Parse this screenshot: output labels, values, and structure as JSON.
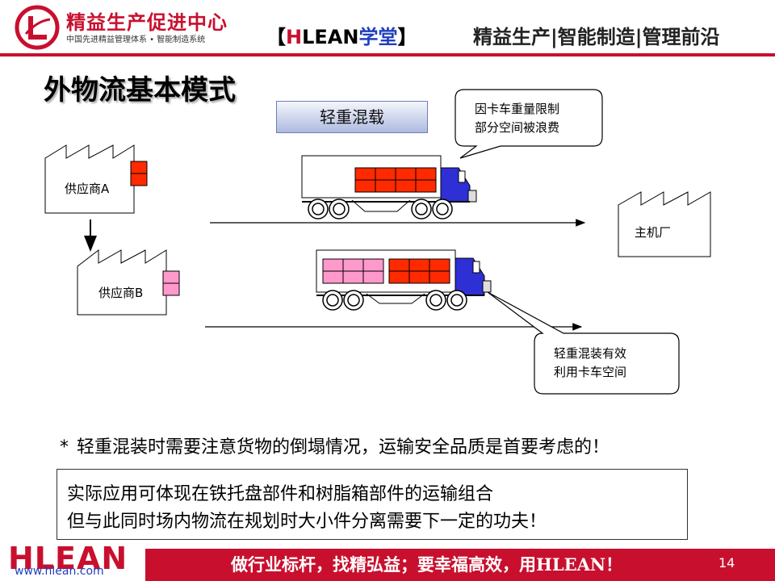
{
  "header": {
    "org_name": "精益生产促进中心",
    "org_sub": "中国先进精益管理体系 • 智能制造系统",
    "brand_open": "【",
    "brand_h": "H",
    "brand_lean": "LEAN",
    "brand_school": "学堂",
    "brand_close": "】",
    "tagline": "精益生产|智能制造|管理前沿"
  },
  "slide": {
    "title": "外物流基本模式",
    "mix_label": "轻重混载",
    "callout_top_line1": "因卡车重量限制",
    "callout_top_line2": "部分空间被浪费",
    "callout_bottom_line1": "轻重混装有效",
    "callout_bottom_line2": "利用卡车空间",
    "supplier_a": "供应商A",
    "supplier_b": "供应商B",
    "main_plant": "主机厂",
    "note_star": "*",
    "note": "轻重混装时需要注意货物的倒塌情况，运输安全品质是首要考虑的！",
    "app_line1": "实际应用可体现在铁托盘部件和树脂箱部件的运输组合",
    "app_line2": "但与此同时场内物流在规划时大小件分离需要下一定的功夫！"
  },
  "footer": {
    "logo": "HLEAN",
    "url": "www.hlean.com",
    "slogan": "做行业标杆，找精弘益；要幸福高效，用HLEAN！",
    "page": "14"
  },
  "colors": {
    "accent_red": "#c8102e",
    "cargo_red": "#ff2a00",
    "cargo_pink": "#ff99cc",
    "truck_blue": "#2f2fd6"
  }
}
